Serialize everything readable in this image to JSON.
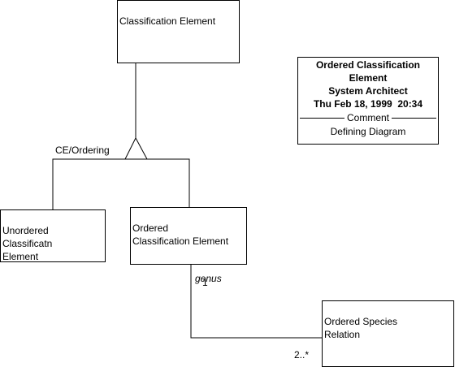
{
  "diagram": {
    "classes": {
      "classification_element": "Classification Element",
      "unordered_element": "Unordered\nClassificatn\nElement",
      "ordered_element": "Ordered\nClassification Element",
      "species_relation": "Ordered Species\nRelation"
    },
    "generalization_label": "CE/Ordering",
    "association": {
      "role": "genus",
      "near_multiplicity": "1",
      "far_multiplicity": "2..*"
    },
    "info_box": {
      "title": "Ordered Classification\nElement",
      "author": "System Architect",
      "date": "Thu Feb 18, 1999  20:34",
      "comment_label": "Comment",
      "description": "Defining Diagram"
    }
  }
}
